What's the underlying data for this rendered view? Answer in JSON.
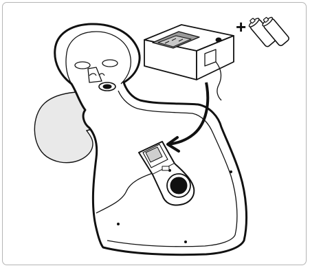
{
  "figure": {
    "plus_symbol": "+",
    "colors": {
      "outline": "#111111",
      "lung_bag_fill": "#e9e9e9",
      "background": "#ffffff",
      "frame_border": "#b4b4b4",
      "module_gray": "#9a9a9a"
    },
    "icons": [
      "battery-icon",
      "electronic-module",
      "manikin-torso",
      "lung-bag",
      "monitor-device",
      "insertion-arrow"
    ]
  }
}
